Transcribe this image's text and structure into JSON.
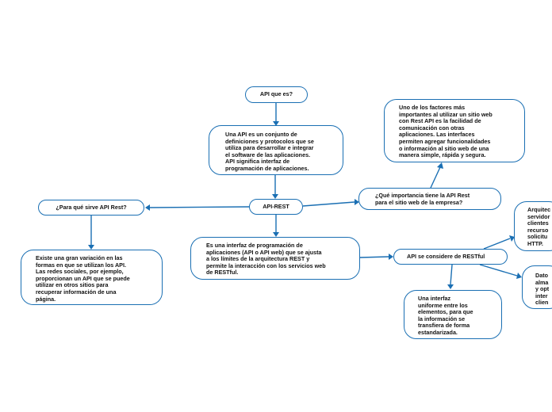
{
  "nodes": {
    "api_que_es": "API que es?",
    "definicion": "Una API es un conjunto de\ndefiniciones y protocolos que se\nutiliza para desarrollar e integrar\nel software de las aplicaciones.\nAPI significa interfaz de\nprogramación de aplicaciones.",
    "api_rest": "API-REST",
    "para_que": "¿Para qué sirve API Rest?",
    "variacion": "Existe una gran variación en las\nformas en que se utilizan los API.\nLas redes sociales, por ejemplo,\nproporcionan un API que se puede\nutilizar en otros sitios para\nrecuperar información de una\npágina.",
    "interfaz": "Es una interfaz de programación de\naplicaciones (API o API web) que se ajusta\na los límites de la arquitectura REST y\npermite la interacción con los servicios web\nde RESTful.",
    "importancia": "¿Qué importancia tiene la API Rest\npara el sitio web de la empresa?",
    "factores": "Uno de los factores más\nimportantes al utilizar un sitio web\ncon Rest API es la facilidad de\ncomunicación con otras\naplicaciones. Las interfaces\npermiten agregar funcionalidades\no información al sitio web de una\nmanera simple, rápida y segura.",
    "restful": "API se considere de RESTful",
    "arquitectura": "Arquitec\nservidor\nclientes\nrecurso\nsolicitu\nHTTP.",
    "datos": "Dato\nalma\ny opt\ninter\nclien",
    "uniforme": "Una interfaz\nuniforme entre los\nelementos, para que\nla información se\ntransfiera de forma\nestandarizada."
  },
  "colors": {
    "border": "#1a6fb3",
    "arrow": "#1a6fb3",
    "text": "#111111",
    "background": "#ffffff"
  }
}
